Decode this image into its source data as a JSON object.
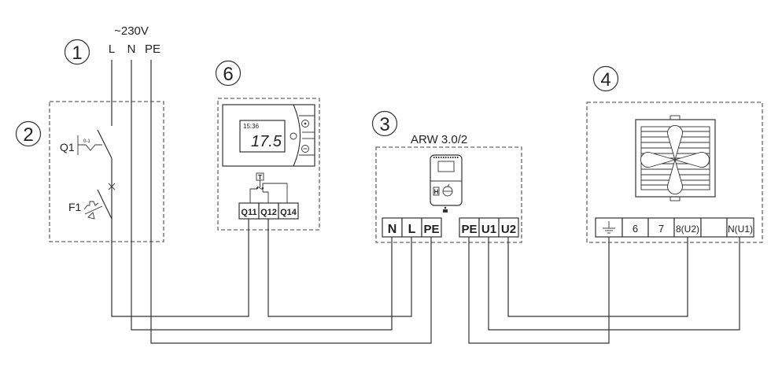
{
  "supply": {
    "voltage_label": "~230V",
    "conductors": [
      "L",
      "N",
      "PE"
    ]
  },
  "callouts": {
    "supply": "1",
    "protection": "2",
    "controller": "3",
    "fan": "4",
    "thermostat": "6"
  },
  "protection": {
    "q1_label": "Q1",
    "q1_setting": "0-1",
    "f1_label": "F1"
  },
  "thermostat": {
    "time": "15:36",
    "temperature": "17.5",
    "sensor_label": "T",
    "terminals": [
      "Q11",
      "Q12",
      "Q14"
    ]
  },
  "controller": {
    "model": "ARW 3.0/2",
    "input_terminals": [
      "N",
      "L",
      "PE"
    ],
    "output_terminals": [
      "PE",
      "U1",
      "U2"
    ]
  },
  "fan": {
    "terminals": [
      "earth",
      "6",
      "7",
      "8(U2)",
      "",
      "N(U1)"
    ]
  },
  "connections": [
    {
      "from": "supply.L",
      "via": "Q1/F1",
      "to": "thermostat.Q11"
    },
    {
      "from": "thermostat.Q12",
      "to": "controller.L"
    },
    {
      "from": "supply.N",
      "to": "controller.N"
    },
    {
      "from": "supply.PE",
      "to": "controller.PE"
    },
    {
      "from": "controller.PE",
      "to": "fan.earth"
    },
    {
      "from": "controller.U1",
      "to": "fan.N(U1)"
    },
    {
      "from": "controller.U2",
      "to": "fan.8(U2)"
    }
  ]
}
